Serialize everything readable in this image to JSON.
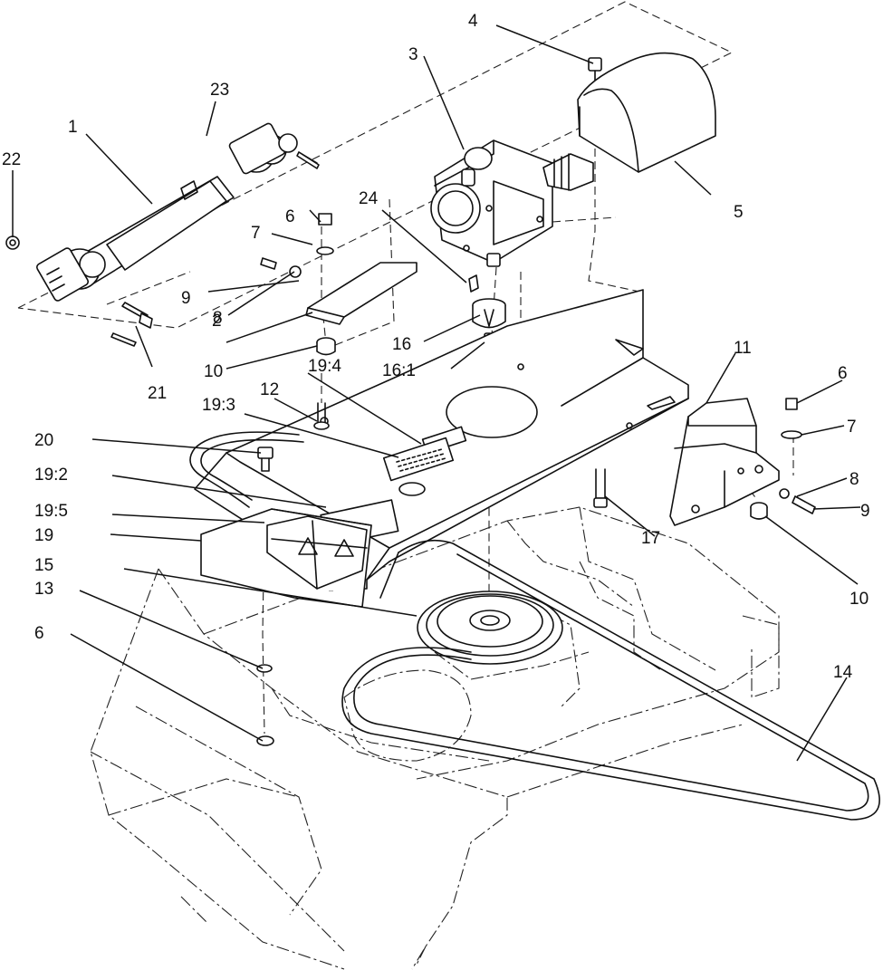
{
  "diagram": {
    "callouts": {
      "c1": "1",
      "c2": "2",
      "c3": "3",
      "c4": "4",
      "c5": "5",
      "c6a": "6",
      "c6b": "6",
      "c6c": "6",
      "c7a": "7",
      "c7b": "7",
      "c8a": "8",
      "c8b": "8",
      "c9a": "9",
      "c9b": "9",
      "c10a": "10",
      "c10b": "10",
      "c11": "11",
      "c12": "12",
      "c13": "13",
      "c14": "14",
      "c15": "15",
      "c16": "16",
      "c16_1": "16:1",
      "c17": "17",
      "c19": "19",
      "c19_2": "19:2",
      "c19_3": "19:3",
      "c19_4": "19:4",
      "c19_5": "19:5",
      "c20": "20",
      "c21": "21",
      "c22": "22",
      "c23": "23",
      "c24": "24"
    }
  }
}
